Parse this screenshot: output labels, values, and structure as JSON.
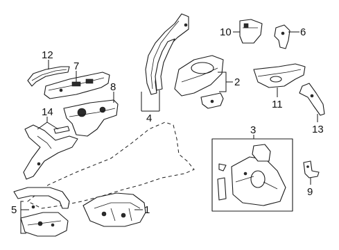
{
  "diagram": {
    "callouts": [
      {
        "id": "c1",
        "text": "1"
      },
      {
        "id": "c2",
        "text": "2"
      },
      {
        "id": "c3",
        "text": "3"
      },
      {
        "id": "c4",
        "text": "4"
      },
      {
        "id": "c5",
        "text": "5"
      },
      {
        "id": "c6",
        "text": "6"
      },
      {
        "id": "c7",
        "text": "7"
      },
      {
        "id": "c8",
        "text": "8"
      },
      {
        "id": "c9",
        "text": "9"
      },
      {
        "id": "c10",
        "text": "10"
      },
      {
        "id": "c11",
        "text": "11"
      },
      {
        "id": "c12",
        "text": "12"
      },
      {
        "id": "c13",
        "text": "13"
      },
      {
        "id": "c14",
        "text": "14"
      }
    ],
    "colors": {
      "line": "#1a1a1a",
      "background": "#ffffff"
    }
  }
}
